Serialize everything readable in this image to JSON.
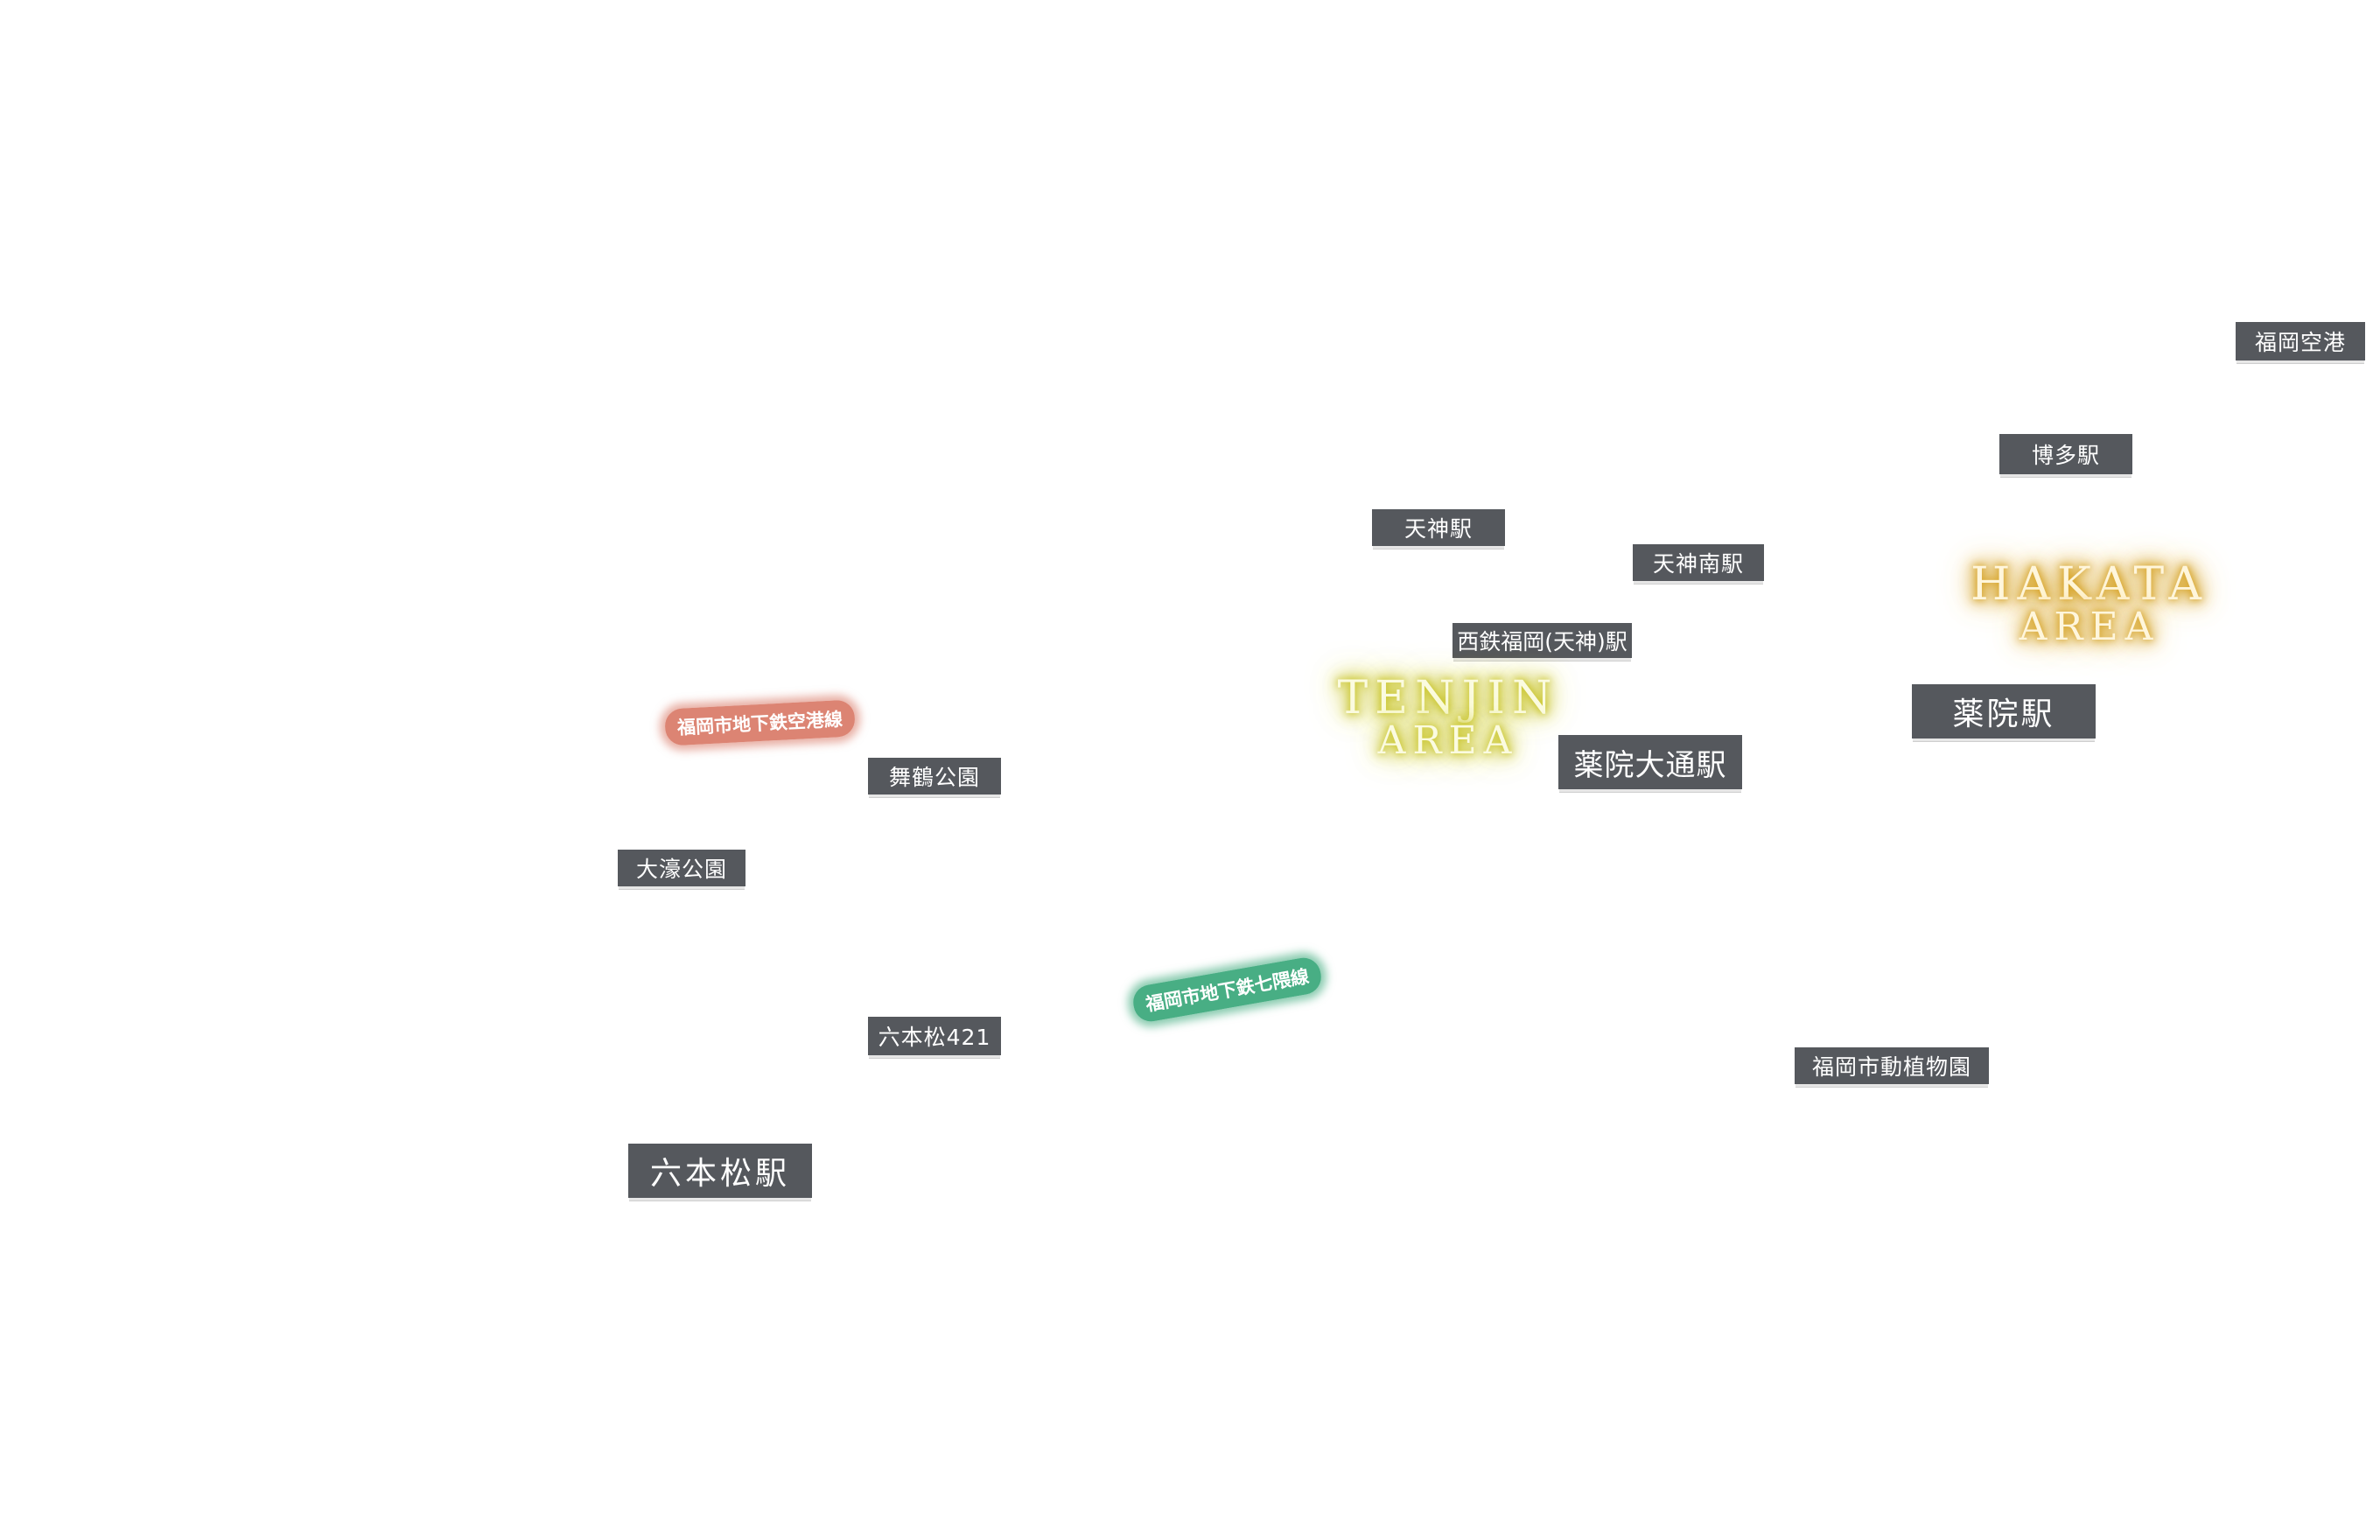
{
  "colors": {
    "label_bg": "#55585d",
    "label_text": "#ffffff",
    "tenjin_glow": "#c8c424",
    "hakata_glow": "#d6a11f",
    "airport_line": "#d66e5a",
    "nanakuma_line": "#28a06e"
  },
  "stations": {
    "fukuoka_airport": "福岡空港",
    "hakata": "博多駅",
    "tenjin": "天神駅",
    "tenjin_minami": "天神南駅",
    "nishitetsu_fukuoka": "西鉄福岡(天神)駅",
    "yakuin": "薬院駅",
    "yakuin_odori": "薬院大通駅",
    "maizuru_park": "舞鶴公園",
    "ohori_park": "大濠公園",
    "ropponmatsu_421": "六本松421",
    "ropponmatsu_station": "六本松駅",
    "zoo": "福岡市動植物園"
  },
  "areas": {
    "tenjin": {
      "line1": "TENJIN",
      "line2": "AREA"
    },
    "hakata": {
      "line1": "HAKATA",
      "line2": "AREA"
    }
  },
  "lines": {
    "airport": "福岡市地下鉄空港線",
    "nanakuma": "福岡市地下鉄七隈線"
  }
}
